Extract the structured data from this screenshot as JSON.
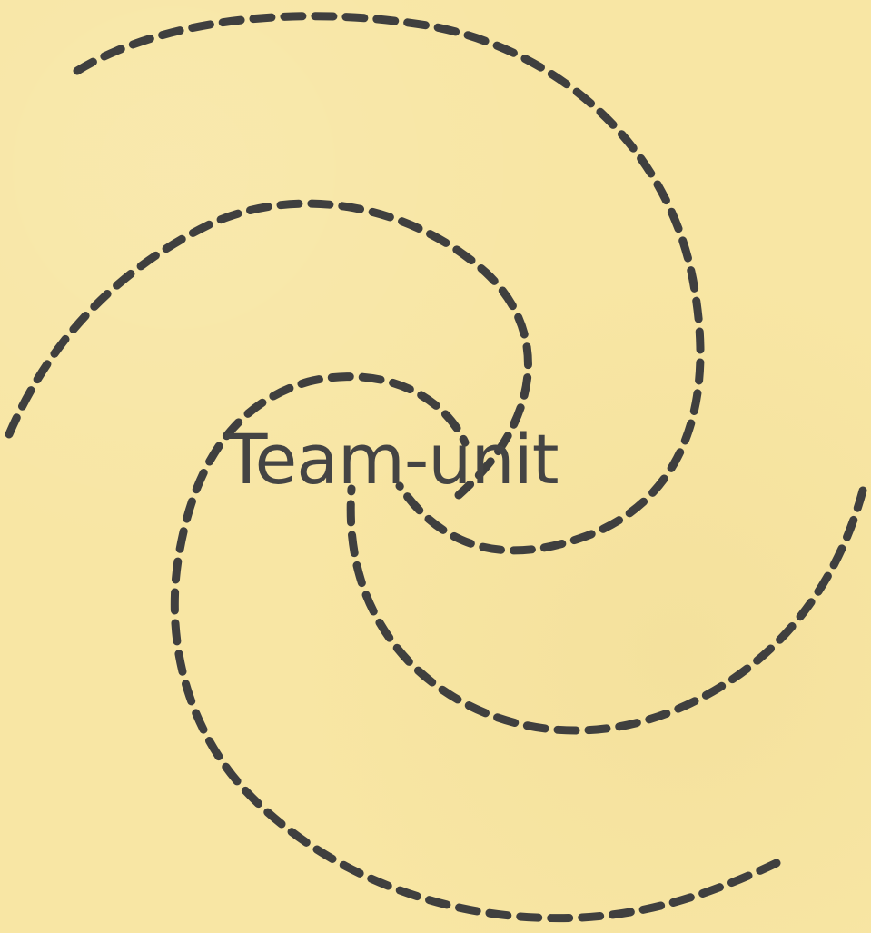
{
  "diagram": {
    "center_label": "Team-unit",
    "ink_color": "#3f3f3f",
    "paper_color": "#f8e6a4",
    "arm_count": 4,
    "line_style": "dashed"
  }
}
